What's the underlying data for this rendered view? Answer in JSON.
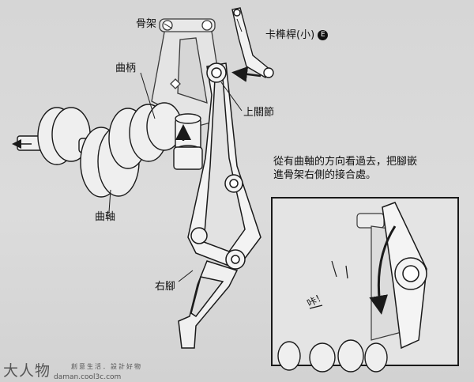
{
  "labels": {
    "frame": "骨架",
    "tenon_lever": "卡榫桿(小)",
    "tenon_badge": "E",
    "crank": "曲柄",
    "upper_joint": "上關節",
    "crankshaft": "曲軸",
    "right_foot": "右腳"
  },
  "instruction": {
    "line1": "從有曲軸的方向看過去，把腳嵌",
    "line2": "進骨架右側的接合處。"
  },
  "sound_effect": "咔！",
  "brand": {
    "name": "大人物",
    "tagline": "創意生活．設計好物",
    "url": "daman.cool3c.com"
  },
  "colors": {
    "line": "#1a1a1a",
    "paper": "#d9d9d9",
    "part": "#efefef"
  }
}
